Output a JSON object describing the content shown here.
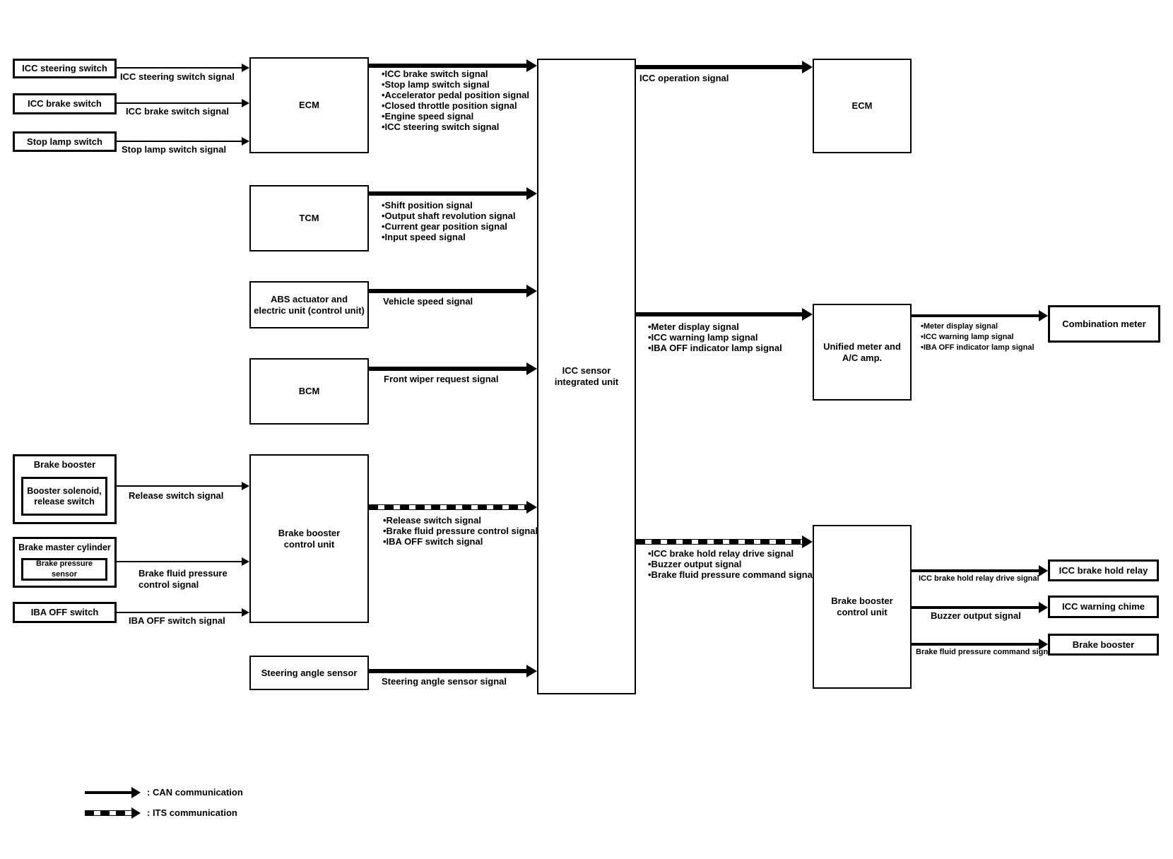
{
  "nodes": {
    "icc_steering_switch": "ICC steering switch",
    "icc_brake_switch": "ICC brake switch",
    "stop_lamp_switch": "Stop lamp switch",
    "ecm_left": "ECM",
    "tcm": "TCM",
    "abs_unit": [
      "ABS actuator and",
      "electric unit (control unit)"
    ],
    "bcm": "BCM",
    "brake_booster_left": "Brake booster",
    "booster_solenoid": [
      "Booster solenoid,",
      "release switch"
    ],
    "brake_master_cylinder": "Brake master cylinder",
    "brake_pressure_sensor": "Brake pressure sensor",
    "iba_off_switch": "IBA OFF switch",
    "bbcu_left": [
      "Brake booster",
      "control unit"
    ],
    "steering_angle_sensor": "Steering angle sensor",
    "icc_sensor_integrated_unit": [
      "ICC sensor",
      "integrated unit"
    ],
    "ecm_right": "ECM",
    "unified_meter": [
      "Unified meter and",
      "A/C amp."
    ],
    "combination_meter": "Combination meter",
    "bbcu_right": [
      "Brake booster",
      "control unit"
    ],
    "icc_brake_hold_relay": "ICC brake hold relay",
    "icc_warning_chime": "ICC warning chime",
    "brake_booster_right": "Brake booster"
  },
  "edge_labels": {
    "icc_steering_switch_signal": "ICC steering switch signal",
    "icc_brake_switch_signal": "ICC brake switch signal",
    "stop_lamp_switch_signal": "Stop lamp switch signal",
    "vehicle_speed_signal": "Vehicle speed signal",
    "front_wiper_request_signal": "Front wiper request signal",
    "release_switch_signal": "Release switch signal",
    "brake_fluid_pressure_control": [
      "Brake fluid pressure",
      "control signal"
    ],
    "iba_off_switch_signal": "IBA OFF switch signal",
    "steering_angle_sensor_signal": "Steering angle sensor signal",
    "icc_operation_signal": "ICC operation signal",
    "icc_brake_hold_relay_drive_signal": "ICC brake hold relay drive signal",
    "buzzer_output_signal": "Buzzer output signal",
    "brake_fluid_pressure_command_signal": "Brake fluid pressure command signal"
  },
  "signal_lists": {
    "ecm_to_icc": [
      "•ICC brake switch signal",
      "•Stop lamp switch signal",
      "•Accelerator pedal position signal",
      "•Closed throttle position signal",
      "•Engine speed signal",
      "•ICC steering switch signal"
    ],
    "tcm_to_icc": [
      "•Shift position signal",
      "•Output shaft revolution signal",
      "•Current gear position signal",
      "•Input speed signal"
    ],
    "bbcu_to_icc": [
      "•Release switch signal",
      "•Brake fluid pressure control signal",
      "•IBA OFF switch signal"
    ],
    "icc_to_meter": [
      "•Meter display signal",
      "•ICC warning lamp signal",
      "•IBA OFF indicator lamp signal"
    ],
    "meter_to_combination": [
      "•Meter display signal",
      "•ICC warning lamp signal",
      "•IBA OFF indicator lamp signal"
    ],
    "icc_to_bbcu": [
      "•ICC brake hold relay drive signal",
      "•Buzzer output signal",
      "•Brake fluid pressure command signal"
    ]
  },
  "legend": {
    "can_label": ": CAN communication",
    "its_label": ": ITS communication"
  },
  "colors": {
    "line": "#000000",
    "background": "#ffffff"
  }
}
